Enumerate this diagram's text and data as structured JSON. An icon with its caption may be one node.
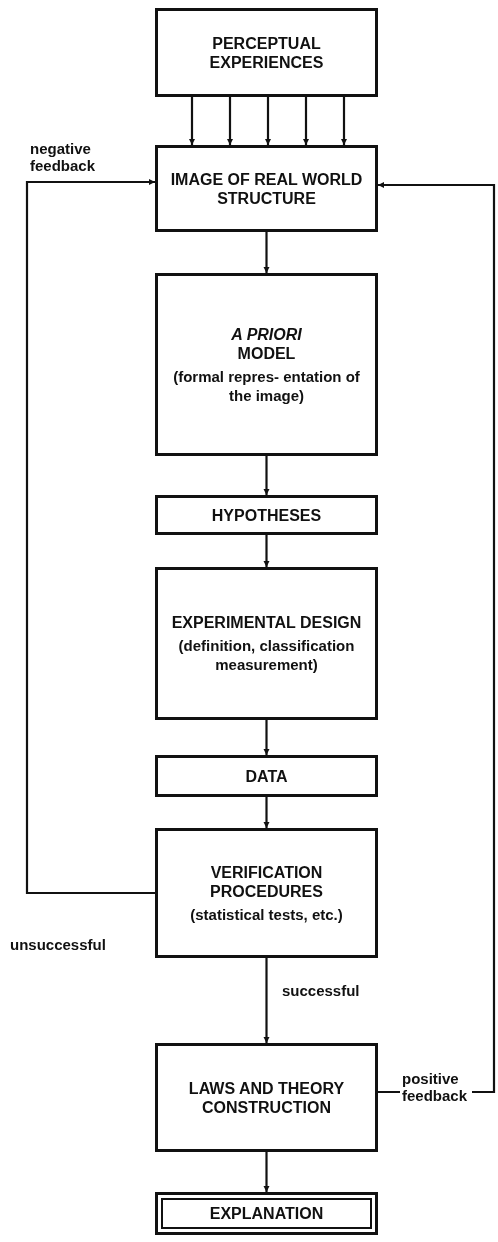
{
  "diagram": {
    "nodes": [
      {
        "text": [
          "PERCEPTUAL EXPERIENCES"
        ]
      },
      {
        "text": [
          "IMAGE OF REAL WORLD STRUCTURE"
        ]
      },
      {
        "text": [
          "A PRIORI",
          "MODEL",
          "(formal repres- entation of the image)"
        ]
      },
      {
        "text": [
          "HYPOTHESES"
        ]
      },
      {
        "text": [
          "EXPERIMENTAL DESIGN",
          "(definition, classification measurement)"
        ]
      },
      {
        "text": [
          "DATA"
        ]
      },
      {
        "text": [
          "VERIFICATION PROCEDURES",
          "(statistical tests, etc.)"
        ]
      },
      {
        "text": [
          "LAWS AND THEORY CONSTRUCTION"
        ]
      },
      {
        "text": [
          "EXPLANATION"
        ]
      }
    ],
    "edges": [
      {
        "from": 0,
        "to": 1,
        "arrow": "to"
      },
      {
        "from": 0,
        "to": 1,
        "arrow": "to"
      },
      {
        "from": 0,
        "to": 1,
        "arrow": "to"
      },
      {
        "from": 0,
        "to": 1,
        "arrow": "to"
      },
      {
        "from": 0,
        "to": 1,
        "arrow": "to"
      },
      {
        "from": 1,
        "to": 2,
        "arrow": "to"
      },
      {
        "from": 2,
        "to": 3,
        "arrow": "to"
      },
      {
        "from": 3,
        "to": 4,
        "arrow": "to"
      },
      {
        "from": 4,
        "to": 5,
        "arrow": "to"
      },
      {
        "from": 5,
        "to": 6,
        "arrow": "to"
      },
      {
        "from": 6,
        "to": 7,
        "label": "successful",
        "arrow": "to"
      },
      {
        "from": 7,
        "to": 8,
        "arrow": "to"
      },
      {
        "from": 6,
        "to": 1,
        "label": "unsuccessful",
        "arrow": "to"
      },
      {
        "from": 7,
        "to": 1,
        "label": "positive feedback",
        "arrow": "to"
      }
    ],
    "labels": [
      "negative feedback"
    ]
  }
}
